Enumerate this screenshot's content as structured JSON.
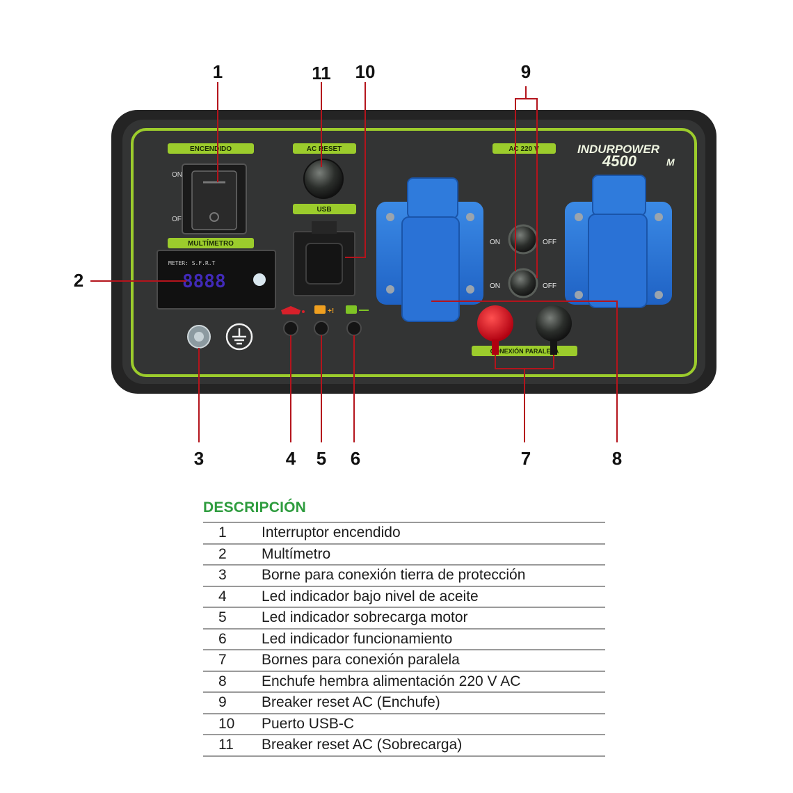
{
  "callouts": [
    "1",
    "2",
    "3",
    "4",
    "5",
    "6",
    "7",
    "8",
    "9",
    "10",
    "11"
  ],
  "panel": {
    "encendido": "ENCENDIDO",
    "on": "ON",
    "off": "OFF",
    "ac_reset": "AC RESET",
    "usb": "USB",
    "multimetro": "MULTÍMETRO",
    "meter_text": "METER: S.F.R.T",
    "meter_digits": "8888",
    "ac_220": "AC 220 V",
    "brand_top": "INDURPOWER",
    "brand_model": "4500",
    "brand_suffix": "M",
    "breaker_on": "ON",
    "breaker_off": "OFF",
    "conexion": "CONEXIÓN PARALELA"
  },
  "description": {
    "title": "DESCRIPCIÓN",
    "rows": [
      {
        "num": "1",
        "text": "Interruptor encendido"
      },
      {
        "num": "2",
        "text": "Multímetro"
      },
      {
        "num": "3",
        "text": "Borne para conexión tierra de protección"
      },
      {
        "num": "4",
        "text": "Led indicador bajo nivel de aceite"
      },
      {
        "num": "5",
        "text": "Led indicador sobrecarga motor"
      },
      {
        "num": "6",
        "text": "Led indicador funcionamiento"
      },
      {
        "num": "7",
        "text": "Bornes para conexión paralela"
      },
      {
        "num": "8",
        "text": "Enchufe hembra alimentación 220 V AC"
      },
      {
        "num": "9",
        "text": "Breaker reset AC (Enchufe)"
      },
      {
        "num": "10",
        "text": "Puerto USB-C"
      },
      {
        "num": "11",
        "text": "Breaker reset AC (Sobrecarga)"
      }
    ]
  },
  "colors": {
    "panel_frame": "#2a2a2a",
    "panel_face": "#303131",
    "accent_green": "#9ccc2c",
    "socket_blue": "#2f7bdc",
    "leader_red": "#b4141c",
    "title_green": "#2e9c3e"
  }
}
